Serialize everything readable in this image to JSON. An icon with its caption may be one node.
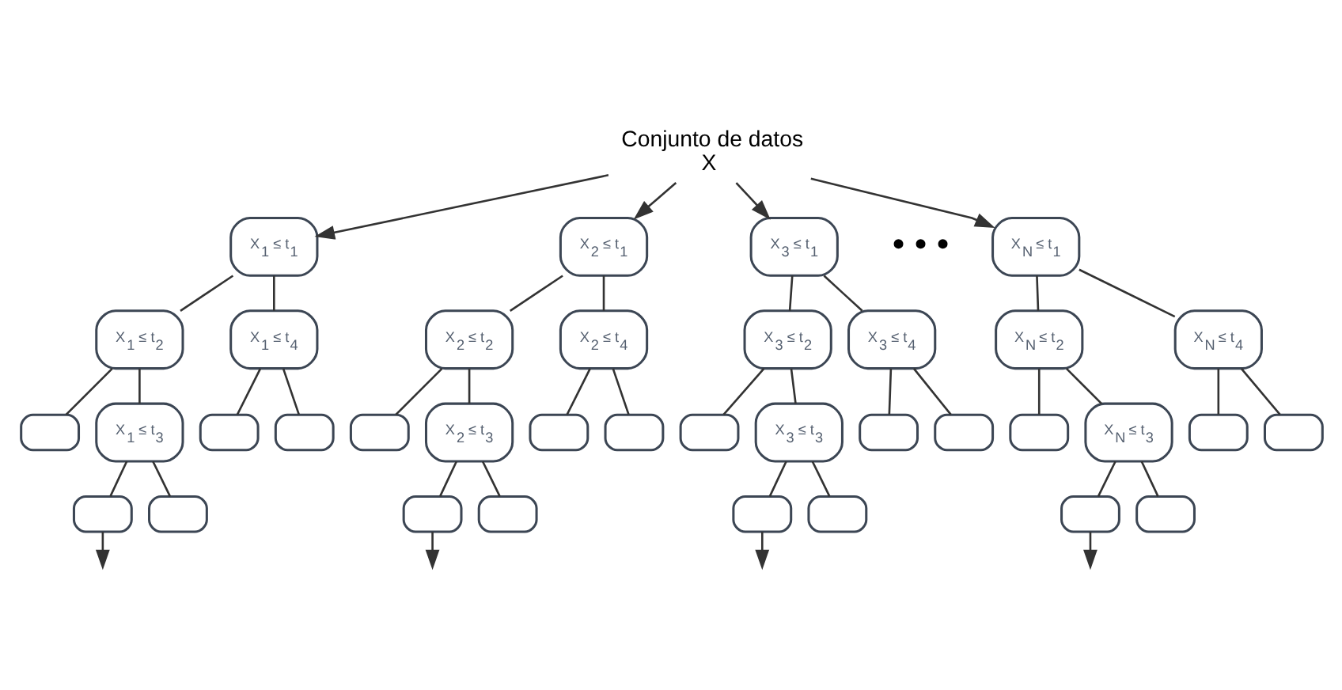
{
  "diagram": {
    "nodes": [
      {
        "text": [
          "Conjunto de datos",
          "X"
        ]
      },
      {
        "text": [
          "X$_{1}$ ≤ t$_{1}$"
        ]
      },
      {
        "text": [
          "X$_{1}$ ≤ t$_{2}$"
        ]
      },
      {
        "text": [
          "X$_{1}$ ≤ t$_{4}$"
        ]
      },
      {
        "text": [],
        "shape": "box"
      },
      {
        "text": [
          "X$_{1}$ ≤ t$_{3}$"
        ]
      },
      {
        "text": [],
        "shape": "box"
      },
      {
        "text": [],
        "shape": "box"
      },
      {
        "text": [],
        "shape": "box"
      },
      {
        "text": [],
        "shape": "box"
      },
      {
        "text": [
          "X$_{2}$ ≤ t$_{1}$"
        ]
      },
      {
        "text": [
          "X$_{2}$ ≤ t$_{2}$"
        ]
      },
      {
        "text": [
          "X$_{2}$ ≤ t$_{4}$"
        ]
      },
      {
        "text": [],
        "shape": "box"
      },
      {
        "text": [
          "X$_{2}$ ≤ t$_{3}$"
        ]
      },
      {
        "text": [],
        "shape": "box"
      },
      {
        "text": [],
        "shape": "box"
      },
      {
        "text": [],
        "shape": "box"
      },
      {
        "text": [],
        "shape": "box"
      },
      {
        "text": [
          "X$_{3}$ ≤ t$_{1}$"
        ]
      },
      {
        "text": [
          "X$_{3}$ ≤ t$_{2}$"
        ]
      },
      {
        "text": [
          "X$_{3}$ ≤ t$_{4}$"
        ]
      },
      {
        "text": [],
        "shape": "box"
      },
      {
        "text": [
          "X$_{3}$ ≤ t$_{3}$"
        ]
      },
      {
        "text": [],
        "shape": "box"
      },
      {
        "text": [],
        "shape": "box"
      },
      {
        "text": [],
        "shape": "box"
      },
      {
        "text": [],
        "shape": "box"
      },
      {
        "text": [
          "X$_{N}$ ≤ t$_{1}$"
        ]
      },
      {
        "text": [
          "X$_{N}$ ≤ t$_{2}$"
        ]
      },
      {
        "text": [
          "X$_{N}$ ≤ t$_{4}$"
        ]
      },
      {
        "text": [],
        "shape": "box"
      },
      {
        "text": [
          "X$_{N}$ ≤ t$_{3}$"
        ]
      },
      {
        "text": [],
        "shape": "box"
      },
      {
        "text": [],
        "shape": "box"
      },
      {
        "text": [],
        "shape": "box"
      },
      {
        "text": [],
        "shape": "box"
      }
    ],
    "edges": [
      {
        "from": 0,
        "to": 1,
        "arrow": "to"
      },
      {
        "from": 0,
        "to": 10,
        "arrow": "to"
      },
      {
        "from": 0,
        "to": 19,
        "arrow": "to"
      },
      {
        "from": 0,
        "to": 28,
        "arrow": "to"
      },
      {
        "from": 1,
        "to": 2,
        "arrow": "none"
      },
      {
        "from": 1,
        "to": 3,
        "arrow": "none"
      },
      {
        "from": 2,
        "to": 4,
        "arrow": "none"
      },
      {
        "from": 2,
        "to": 5,
        "arrow": "none"
      },
      {
        "from": 3,
        "to": 6,
        "arrow": "none"
      },
      {
        "from": 3,
        "to": 7,
        "arrow": "none"
      },
      {
        "from": 5,
        "to": 8,
        "arrow": "none"
      },
      {
        "from": 5,
        "to": 9,
        "arrow": "none"
      },
      {
        "from": 10,
        "to": 11,
        "arrow": "none"
      },
      {
        "from": 10,
        "to": 12,
        "arrow": "none"
      },
      {
        "from": 11,
        "to": 13,
        "arrow": "none"
      },
      {
        "from": 11,
        "to": 14,
        "arrow": "none"
      },
      {
        "from": 12,
        "to": 15,
        "arrow": "none"
      },
      {
        "from": 12,
        "to": 16,
        "arrow": "none"
      },
      {
        "from": 14,
        "to": 17,
        "arrow": "none"
      },
      {
        "from": 14,
        "to": 18,
        "arrow": "none"
      },
      {
        "from": 19,
        "to": 20,
        "arrow": "none"
      },
      {
        "from": 19,
        "to": 21,
        "arrow": "none"
      },
      {
        "from": 20,
        "to": 22,
        "arrow": "none"
      },
      {
        "from": 20,
        "to": 23,
        "arrow": "none"
      },
      {
        "from": 21,
        "to": 24,
        "arrow": "none"
      },
      {
        "from": 21,
        "to": 25,
        "arrow": "none"
      },
      {
        "from": 23,
        "to": 26,
        "arrow": "none"
      },
      {
        "from": 23,
        "to": 27,
        "arrow": "none"
      },
      {
        "from": 28,
        "to": 29,
        "arrow": "none"
      },
      {
        "from": 28,
        "to": 30,
        "arrow": "none"
      },
      {
        "from": 29,
        "to": 31,
        "arrow": "none"
      },
      {
        "from": 29,
        "to": 32,
        "arrow": "none"
      },
      {
        "from": 30,
        "to": 33,
        "arrow": "none"
      },
      {
        "from": 30,
        "to": 34,
        "arrow": "none"
      },
      {
        "from": 32,
        "to": 35,
        "arrow": "none"
      },
      {
        "from": 32,
        "to": 36,
        "arrow": "none"
      },
      {
        "from": 8,
        "to": null,
        "arrow": "to"
      },
      {
        "from": 17,
        "to": null,
        "arrow": "to"
      },
      {
        "from": 26,
        "to": null,
        "arrow": "to"
      },
      {
        "from": 35,
        "to": null,
        "arrow": "to"
      }
    ],
    "labels": [
      "• • •"
    ]
  }
}
